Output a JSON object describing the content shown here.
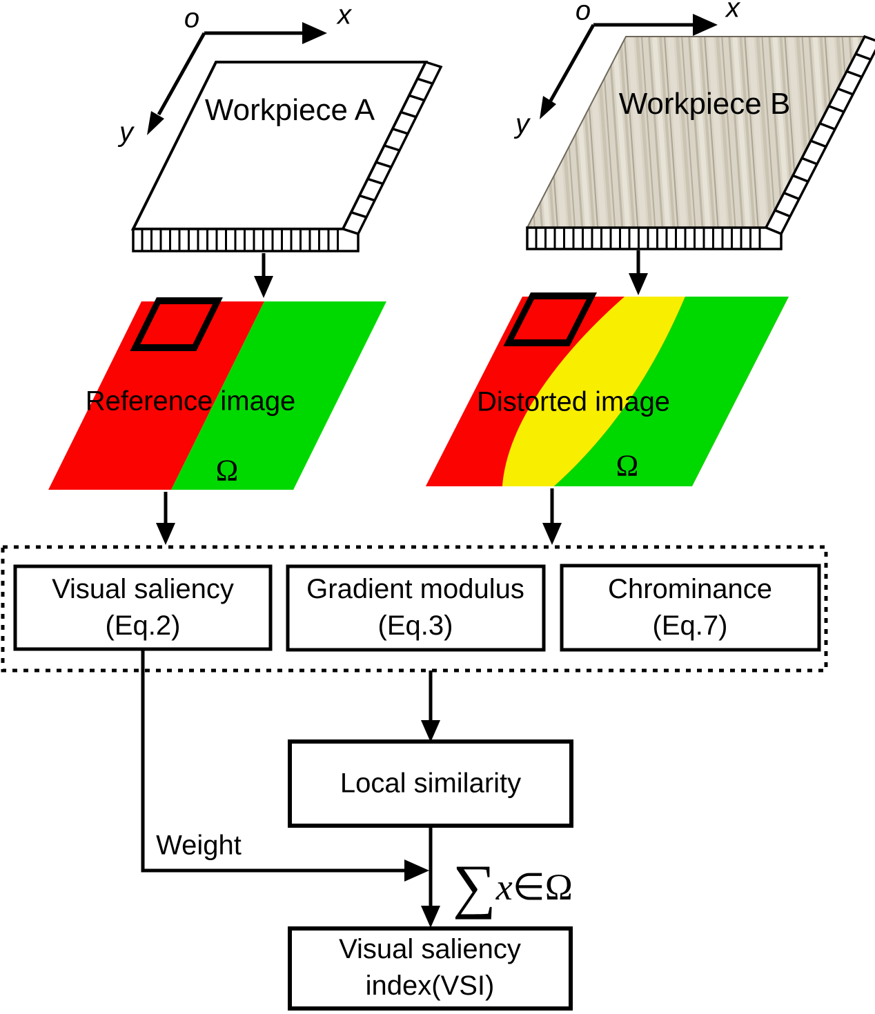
{
  "axes": {
    "left": {
      "o": "o",
      "x": "x",
      "y": "y"
    },
    "right": {
      "o": "o",
      "x": "x",
      "y": "y"
    }
  },
  "workpiece_a": {
    "label": "Workpiece A"
  },
  "workpiece_b": {
    "label": "Workpiece B"
  },
  "reference_image": {
    "label": "Reference image",
    "omega": "Ω"
  },
  "distorted_image": {
    "label": "Distorted image",
    "omega": "Ω"
  },
  "eq_boxes": [
    {
      "line1": "Visual saliency",
      "line2": "(Eq.2)"
    },
    {
      "line1": "Gradient modulus",
      "line2": "(Eq.3)"
    },
    {
      "line1": "Chrominance",
      "line2": "(Eq.7)"
    }
  ],
  "local_similarity": {
    "label": "Local similarity"
  },
  "weight_label": "Weight",
  "formula": {
    "sigma": "∑",
    "x": "x",
    "element_of": "∈",
    "omega": "Ω"
  },
  "vsi_box": {
    "line1": "Visual saliency",
    "line2": "index(VSI)"
  },
  "colors": {
    "red": "#fb0300",
    "green": "#00d900",
    "yellow": "#f8ee00",
    "wood_base": "#d9d4c6",
    "line": "#000000"
  }
}
